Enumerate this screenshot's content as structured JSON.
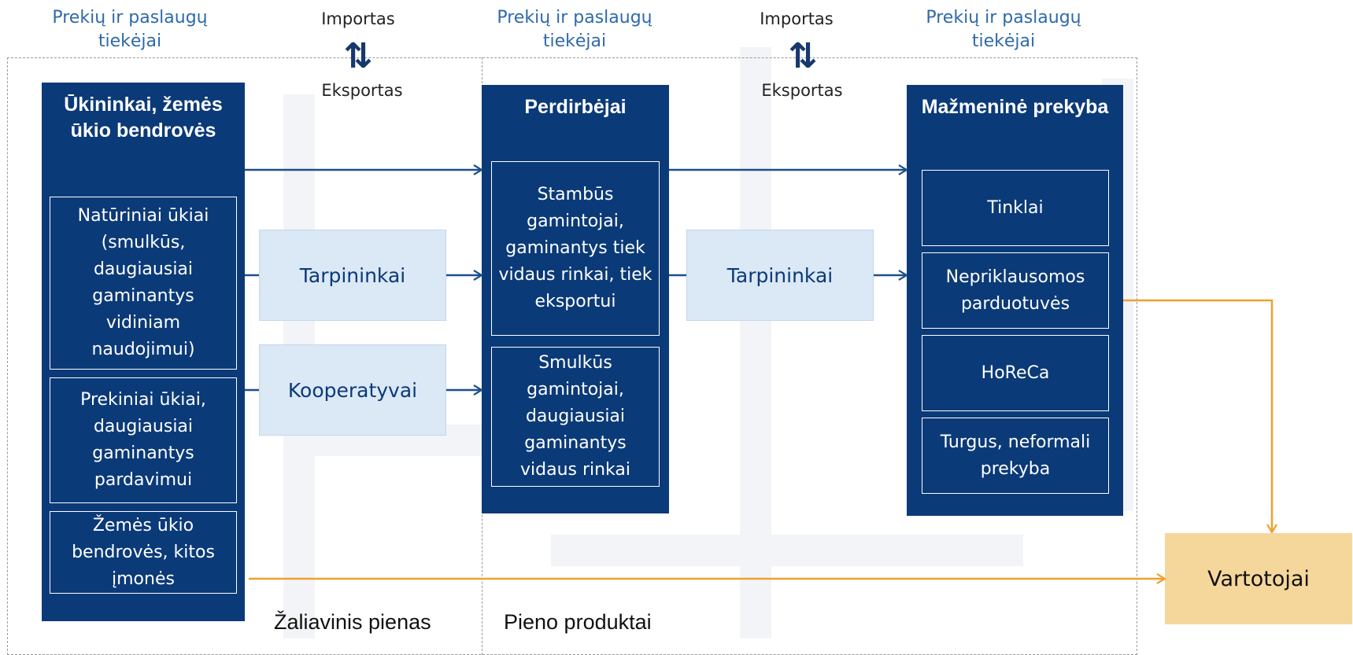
{
  "suppliers": {
    "left": "Prekių ir paslaugų tiekėjai",
    "middle": "Prekių ir paslaugų tiekėjai",
    "right": "Prekių ir paslaugų tiekėjai"
  },
  "trade": [
    {
      "import": "Importas",
      "export": "Eksportas",
      "icon": "import-export-arrows-icon"
    },
    {
      "import": "Importas",
      "export": "Eksportas",
      "icon": "import-export-arrows-icon"
    }
  ],
  "farmers": {
    "title": "Ūkininkai, žemės ūkio bendrovės",
    "items": [
      "Natūriniai ūkiai (smulkūs, daugiausiai gaminantys vidiniam naudojimui)",
      "Prekiniai ūkiai, daugiausiai gaminantys pardavimui",
      "Žemės ūkio bendrovės, kitos įmonės"
    ]
  },
  "processors": {
    "title": "Perdirbėjai",
    "items": [
      "Stambūs gamintojai, gaminantys tiek vidaus rinkai, tiek eksportui",
      "Smulkūs gamintojai, daugiausiai gaminantys vidaus rinkai"
    ]
  },
  "retail": {
    "title": "Mažmeninė prekyba",
    "items": [
      "Tinklai",
      "Nepriklausomos parduotuvės",
      "HoReCa",
      "Turgus, neformali prekyba"
    ]
  },
  "intermediaries": {
    "first": "Tarpininkai",
    "cooperatives": "Kooperatyvai",
    "second": "Tarpininkai"
  },
  "consumers": "Vartotojai",
  "products": {
    "raw": "Žaliavinis pienas",
    "dairy": "Pieno produktai"
  },
  "colors": {
    "stage": "#0b3a78",
    "intermediary": "#dbe8f5",
    "consumer": "#f6d79b",
    "flow_blue": "#1d4f8c",
    "flow_orange": "#f0a030",
    "supplier_text": "#2f6aa8"
  }
}
